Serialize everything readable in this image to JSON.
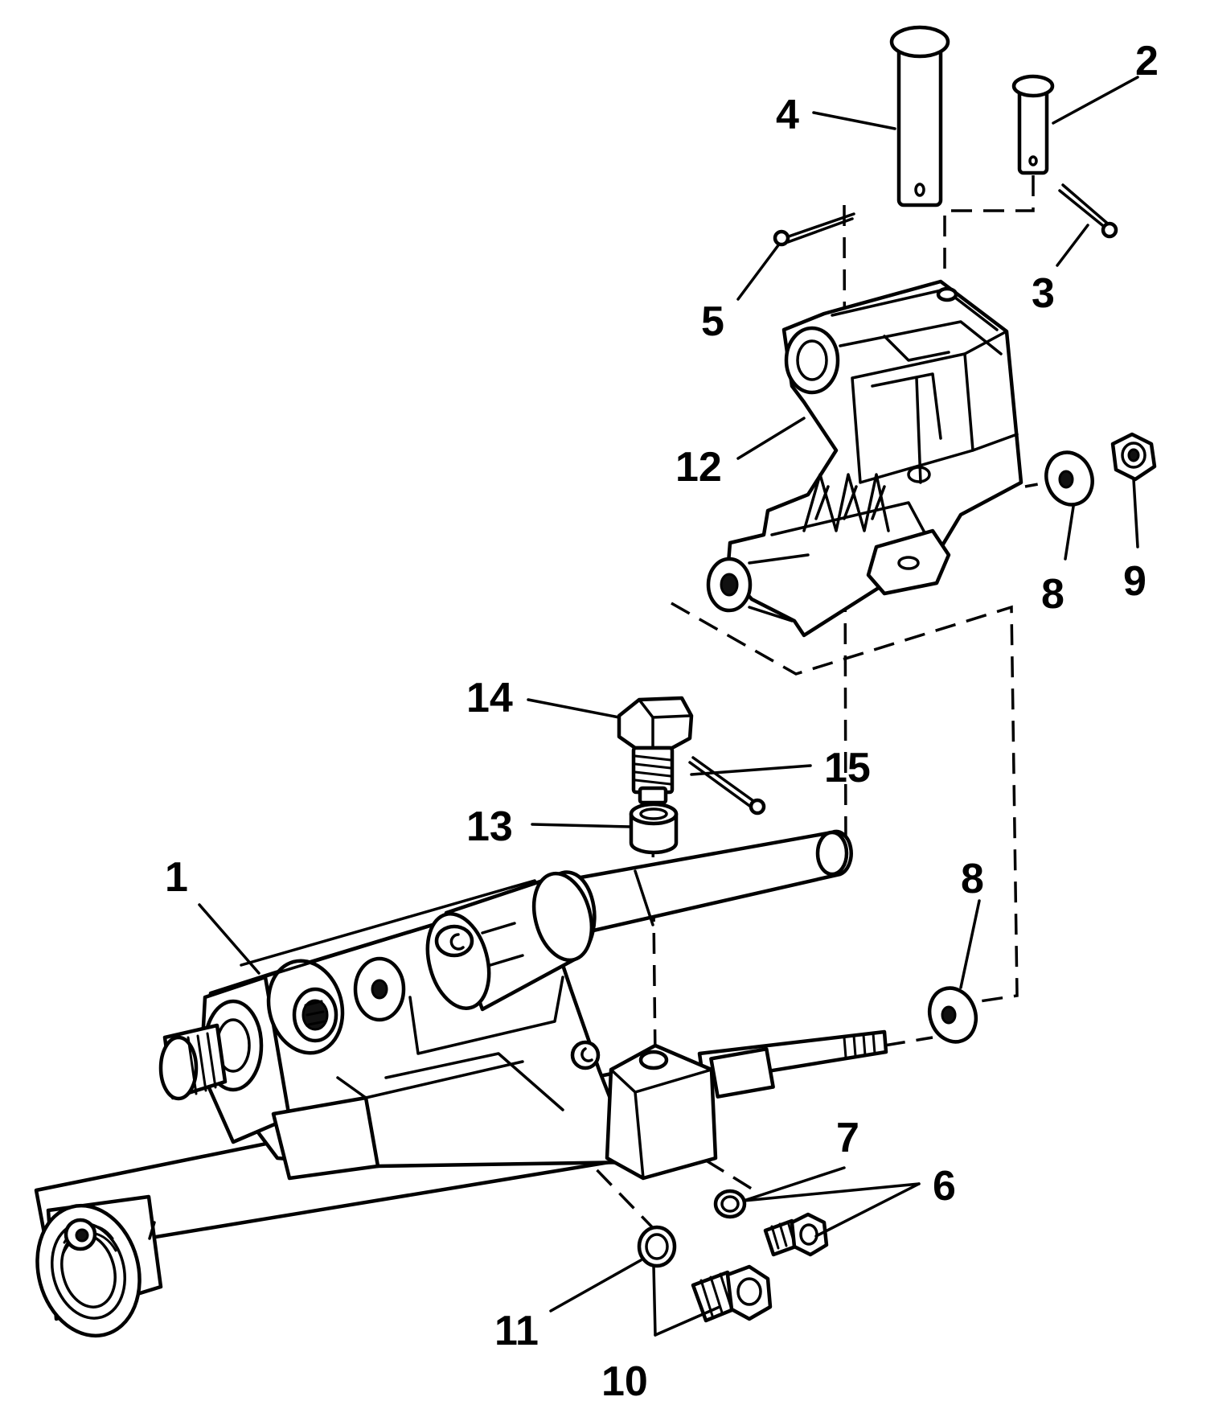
{
  "callouts": {
    "c1": "1",
    "c2": "2",
    "c3": "3",
    "c4": "4",
    "c5": "5",
    "c6": "6",
    "c7": "7",
    "c8_upper": "8",
    "c8_lower": "8",
    "c9": "9",
    "c10": "10",
    "c11": "11",
    "c12": "12",
    "c13": "13",
    "c14": "14",
    "c15": "15"
  }
}
